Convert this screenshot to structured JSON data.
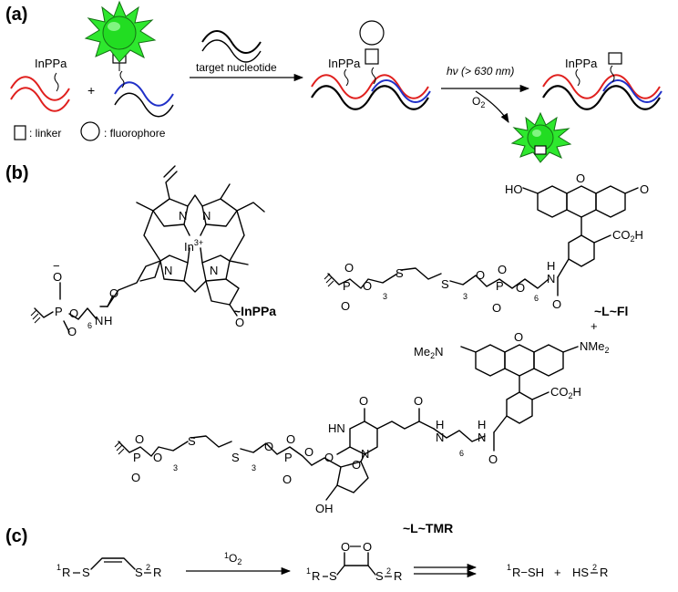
{
  "panels": {
    "a": "(a)",
    "b": "(b)",
    "c": "(c)"
  },
  "panel_a": {
    "inppa_label_1": "InPPa",
    "plus": "+",
    "arrow1_label": "target nucleotide",
    "inppa_label_2": "InPPa",
    "arrow2_label_prefix": "hν (> 630 nm)",
    "arrow2_o2": "O",
    "arrow2_o2_sub": "2",
    "inppa_label_3": "InPPa",
    "legend_linker": ": linker",
    "legend_fluorophore": ": fluorophore",
    "colors": {
      "strand_red": "#e0201e",
      "strand_blue": "#2030c8",
      "strand_black": "#000000",
      "star_green": "#2ee82e"
    }
  },
  "panel_b": {
    "metal": "In",
    "metal_charge": "3+",
    "n_atom": "N",
    "ketone_o": "O",
    "o_minus": "O",
    "minus": "−",
    "p_atom": "P",
    "nh": "H",
    "nh_n": "N",
    "subscript_6": "6",
    "subscript_3": "3",
    "s_atom": "S",
    "name_inppa": "~InPPa",
    "name_lfl": "~L~Fl",
    "name_ltmr": "~L~TMR",
    "ho": "HO",
    "co2h": "CO",
    "co2h_sub": "2",
    "co2h_h": "H",
    "me2n": "Me",
    "me2n_sub": "2",
    "me2n_n": "N",
    "nme2": "NMe",
    "nme2_sub": "2",
    "plus": "+",
    "hn": "HN",
    "oh": "OH"
  },
  "panel_c": {
    "r1": "1",
    "r": "R",
    "s": "S",
    "r2": "2",
    "reagent_sup": "1",
    "reagent": "O",
    "reagent_sub": "2",
    "ring_o": "O",
    "product1": "R−SH",
    "plus": "+",
    "product2": "HS",
    "product2_r": "R"
  }
}
